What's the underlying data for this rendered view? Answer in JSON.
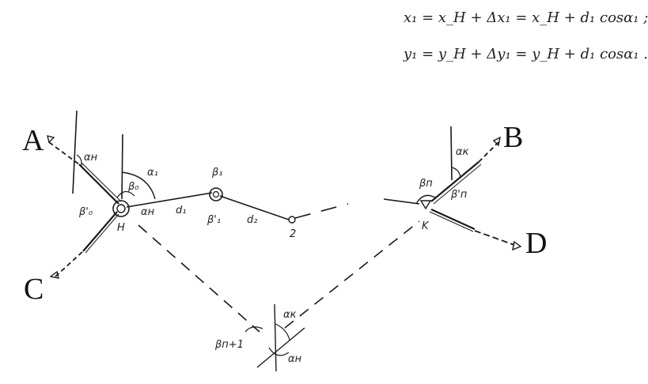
{
  "formulas": {
    "x_line": "x₁ = x_H + Δx₁ = x_H + d₁ cosα₁ ;",
    "y_line": "y₁ = y_H + Δy₁ = y_H + d₁ cosα₁ ."
  },
  "points": {
    "A": "A",
    "B": "B",
    "C": "C",
    "D": "D",
    "H": "H",
    "K": "K",
    "p2": "2"
  },
  "labels": {
    "alpha_H_top": "αн",
    "alpha_1": "α₁",
    "beta_0": "β₀",
    "beta_0_prime": "β'₀",
    "alpha_H_mid": "αн",
    "d1": "d₁",
    "d2": "d₂",
    "beta_1": "β₁",
    "beta_1_prime": "β'₁",
    "beta_n": "βп",
    "alpha_K_top": "αк",
    "beta_n_prime": "β'п",
    "beta_n1": "βп+1",
    "alpha_K_bottom": "αк",
    "alpha_H_bottom": "αн"
  }
}
